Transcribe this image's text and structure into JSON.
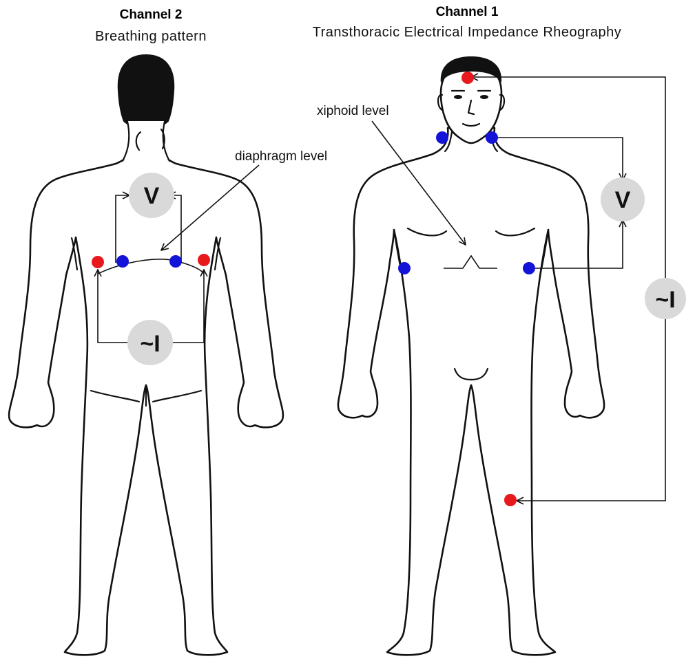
{
  "channel2": {
    "title": "Channel 2",
    "subtitle": "Breathing pattern",
    "annotation": "diaphragm level",
    "voltmeter_label": "V",
    "current_label": "~I"
  },
  "channel1": {
    "title": "Channel 1",
    "subtitle": "Transthoracic Electrical Impedance Rheography",
    "annotation": "xiphoid level",
    "voltmeter_label": "V",
    "current_label": "~I"
  },
  "colors": {
    "current_electrode": "#e8191c",
    "voltage_electrode": "#1414d8",
    "meter_fill": "#d9d9d9",
    "line": "#111111"
  },
  "icons": {
    "voltmeter": "voltmeter-icon",
    "current_source": "current-source-icon"
  }
}
